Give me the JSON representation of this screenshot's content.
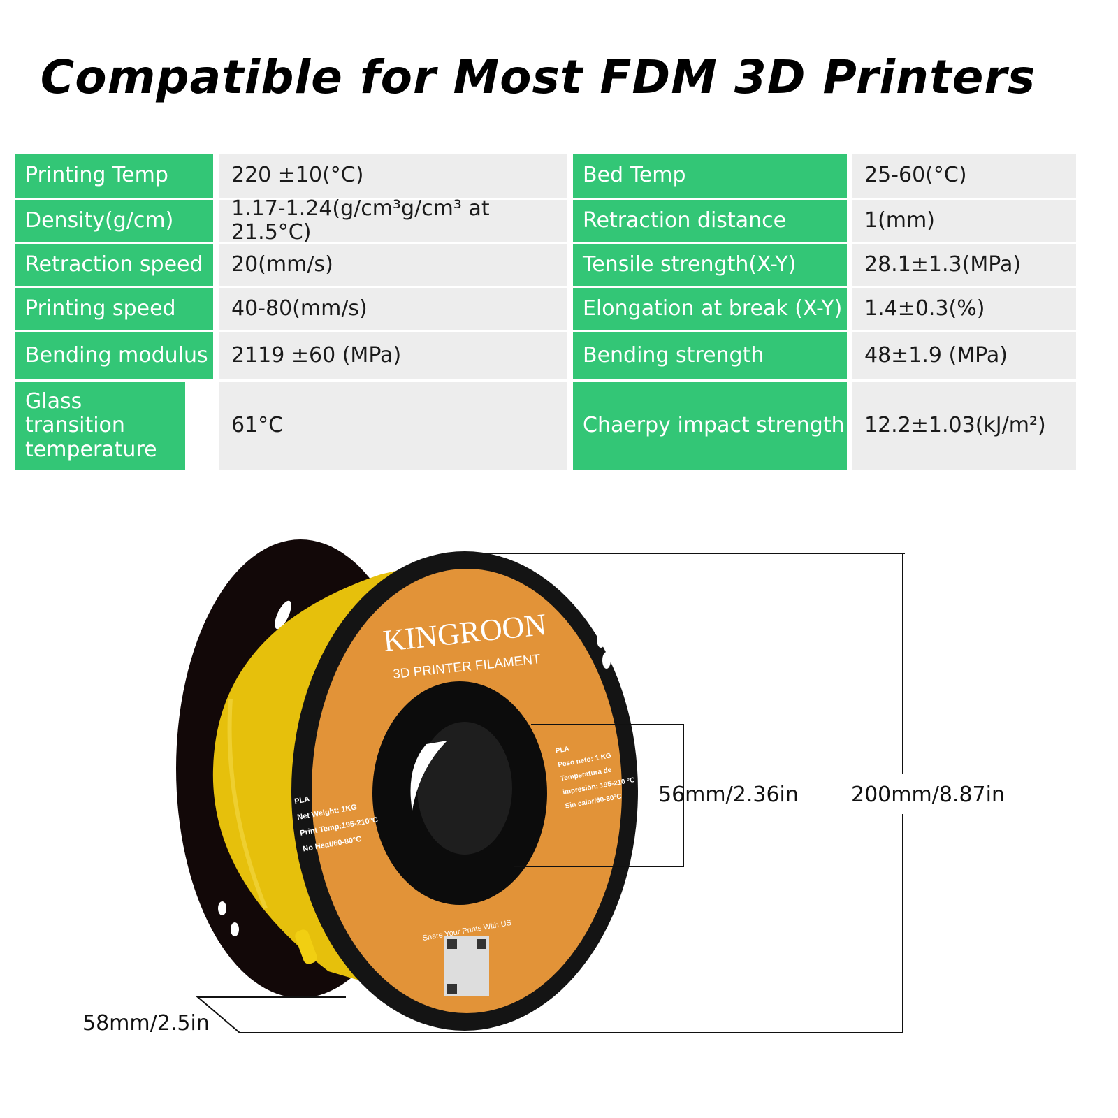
{
  "title": "Compatible for Most FDM 3D Printers",
  "specs": {
    "left": [
      {
        "label": "Printing Temp",
        "value": "220 ±10(°C)"
      },
      {
        "label": "Density(g/cm)",
        "value": "1.17-1.24(g/cm³g/cm³ at 21.5°C)"
      },
      {
        "label": "Retraction speed",
        "value": "20(mm/s)"
      },
      {
        "label": "Printing speed",
        "value": "40-80(mm/s)"
      },
      {
        "label": "Bending modulus",
        "value": "2119 ±60 (MPa)"
      },
      {
        "label": "Glass transition temperature",
        "value": "61°C"
      }
    ],
    "right": [
      {
        "label": "Bed Temp",
        "value": "25-60(°C)"
      },
      {
        "label": "Retraction distance",
        "value": "1(mm)"
      },
      {
        "label": "Tensile strength(X-Y)",
        "value": "28.1±1.3(MPa)"
      },
      {
        "label": "Elongation at break (X-Y)",
        "value": "1.4±0.3(%)"
      },
      {
        "label": "Bending strength",
        "value": "48±1.9 (MPa)"
      },
      {
        "label": "Chaerpy impact strength",
        "value": "12.2±1.03(kJ/m²)"
      }
    ]
  },
  "spool": {
    "brand": "KINGROON",
    "subtitle": "3D PRINTER FILAMENT",
    "label_en": [
      "PLA",
      "Net Weight: 1KG",
      "Print Temp:195-210°C",
      "No Heat/60-80°C"
    ],
    "label_es": [
      "PLA",
      "Peso neto: 1 KG",
      "Temperatura de",
      "impresión: 195-210 °C",
      "Sin calor/60-80°C"
    ],
    "share": "Share Your Prints With US",
    "colors": {
      "filament": "#e8c20e",
      "label": "#e0903a",
      "flange": "#111111"
    }
  },
  "dimensions": {
    "hub": "56mm/2.36in",
    "diameter": "200mm/8.87in",
    "width": "58mm/2.5in"
  },
  "colors": {
    "header_green": "#33c676",
    "value_gray": "#ededed"
  }
}
